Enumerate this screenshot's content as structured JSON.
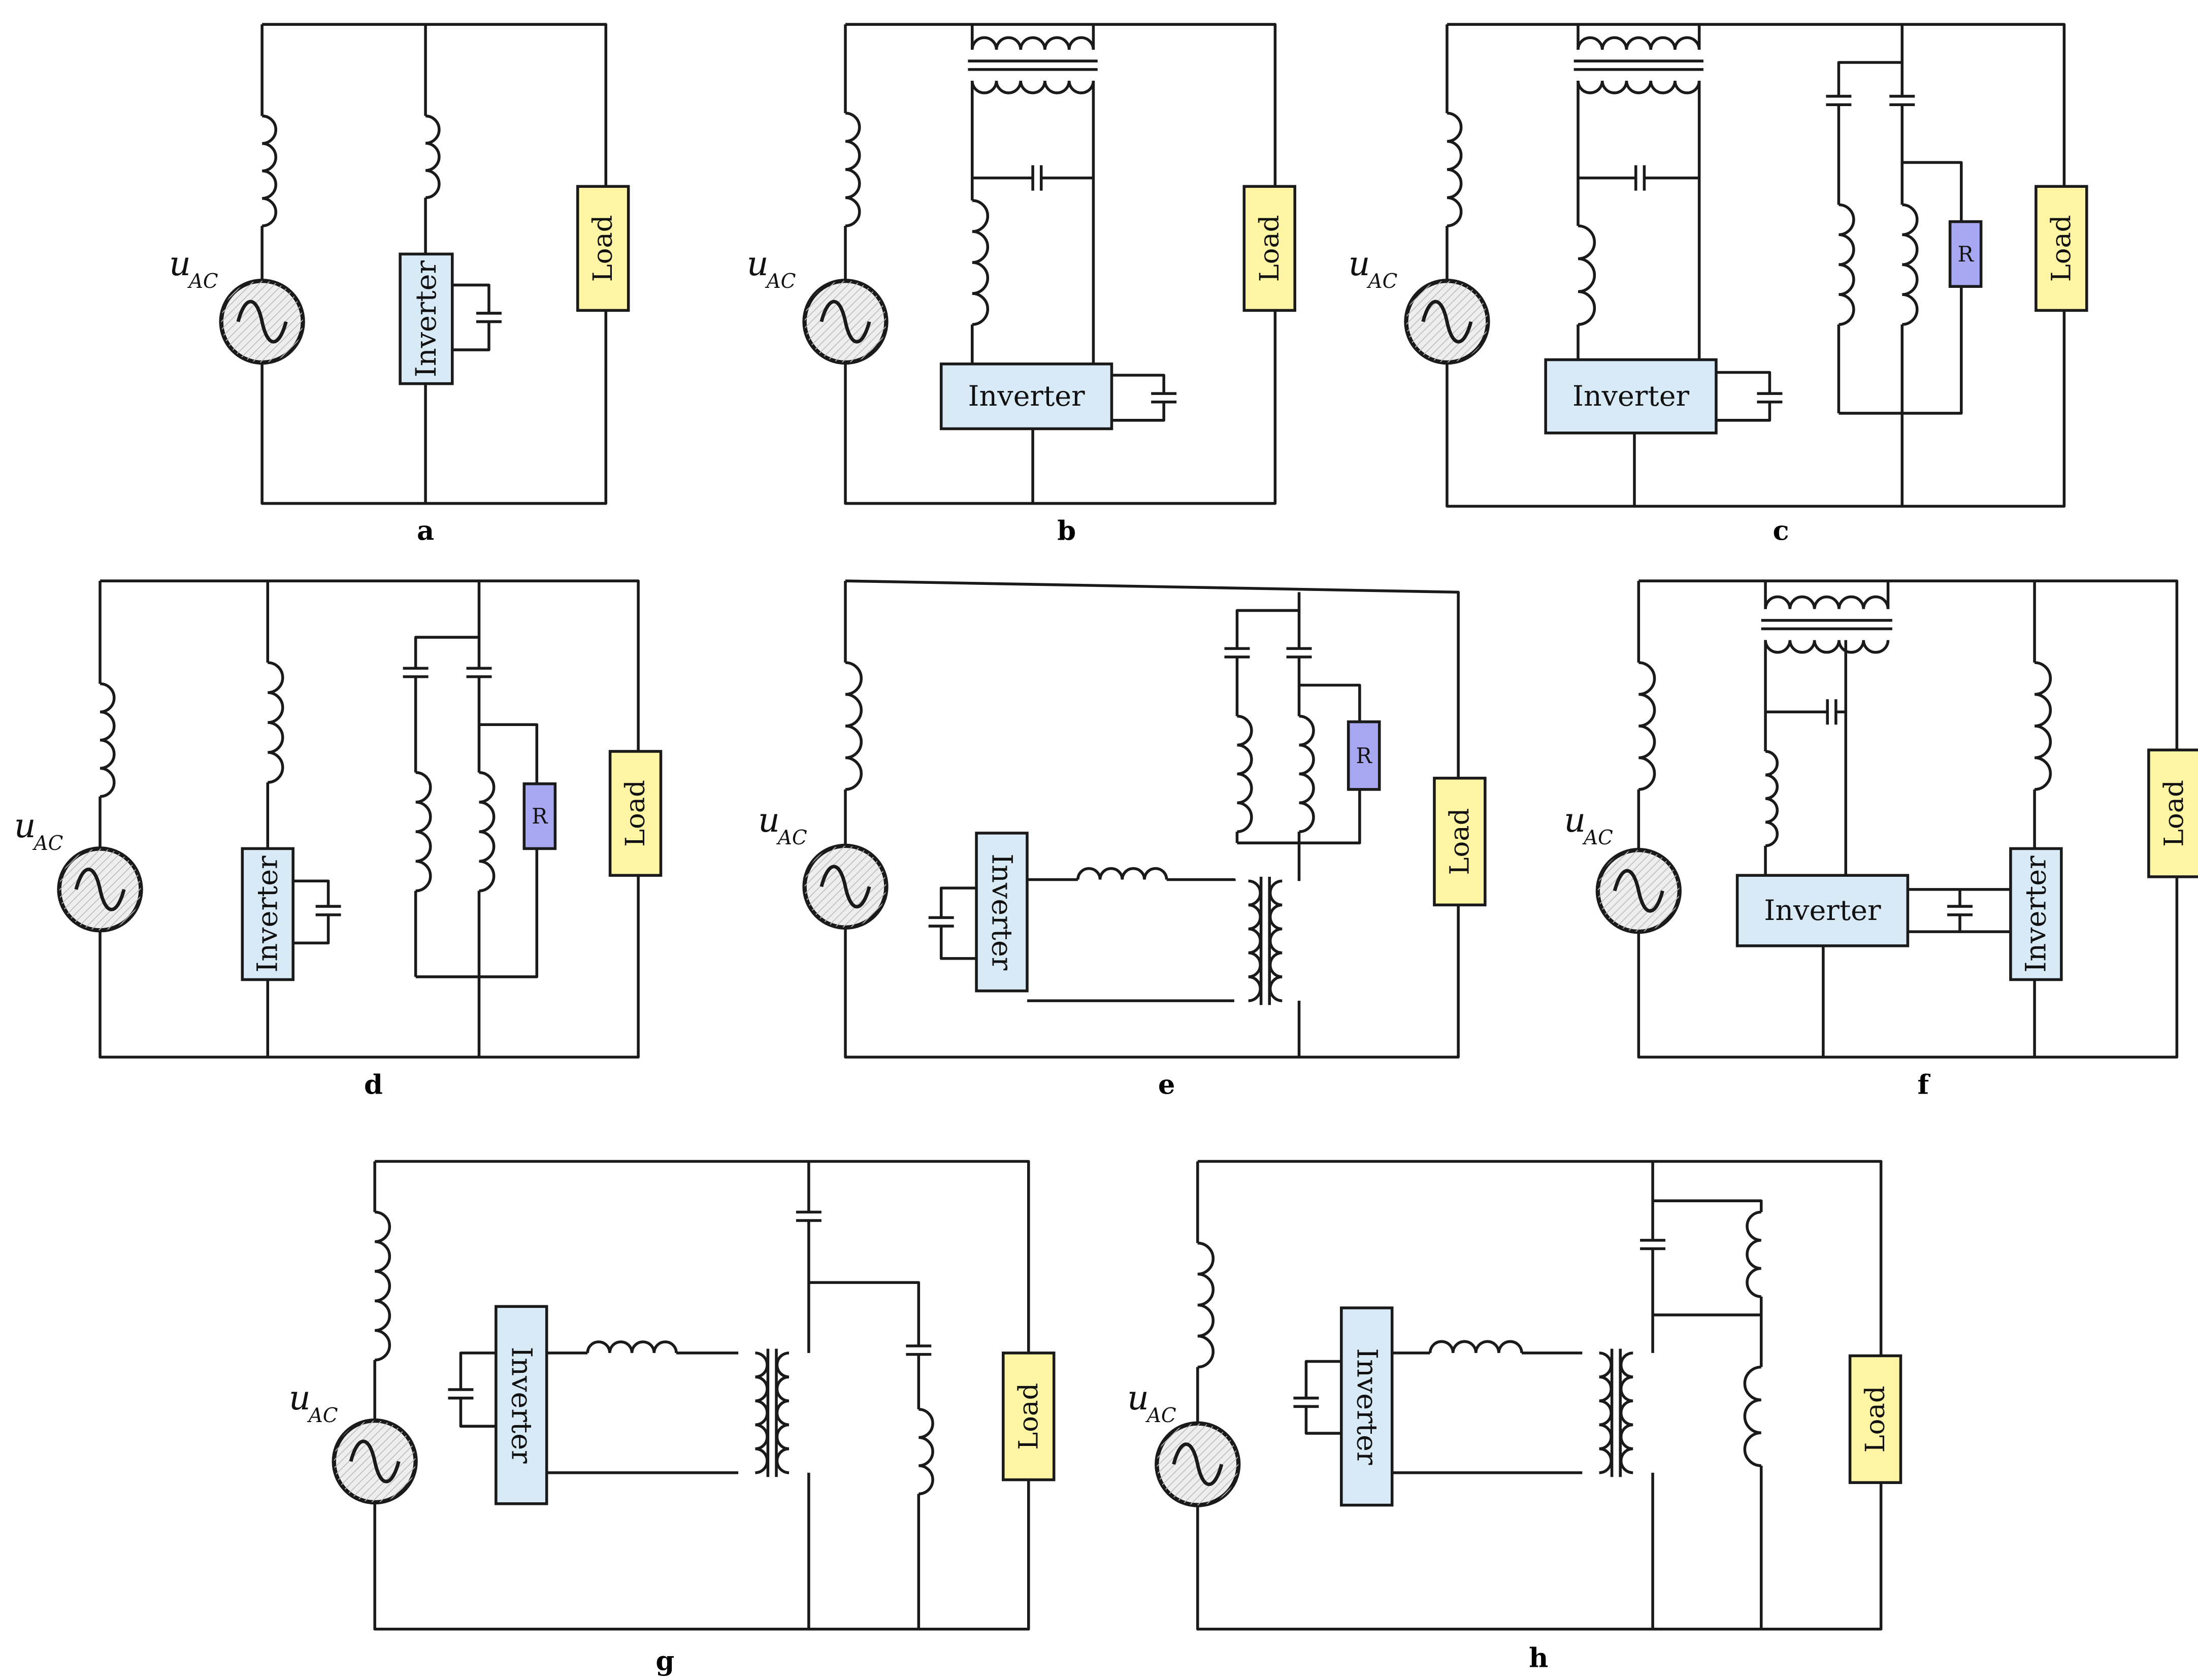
{
  "labels": {
    "source": "u",
    "source_sub": "AC",
    "inverter": "Inverter",
    "load": "Load",
    "resistor": "R"
  },
  "panels": [
    "a",
    "b",
    "c",
    "d",
    "e",
    "f",
    "g",
    "h"
  ],
  "colors": {
    "wire": "#1a1a1a",
    "inverter_fill": "#d9eaf7",
    "load_fill": "#fff5a5",
    "resistor_fill": "#a8a8f2",
    "source_fill": "#eeeeee"
  }
}
